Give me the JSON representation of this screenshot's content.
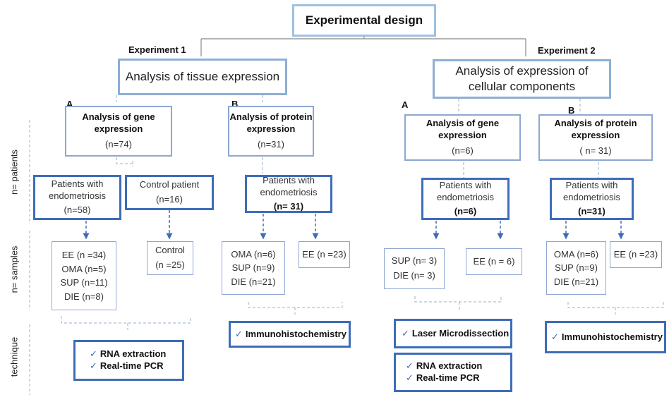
{
  "title": "Experimental design",
  "experiments": [
    {
      "label": "Experiment 1",
      "heading": "Analysis of tissue expression",
      "analyses": [
        {
          "letter": "A",
          "title": "Analysis of gene expression",
          "n": "(n=74)",
          "groups": [
            {
              "name": "Patients with endometriosis",
              "n": "(n=58)"
            },
            {
              "name": "Control patient",
              "n": "(n=16)"
            }
          ],
          "samples": [
            [
              "EE (n =34)",
              "OMA (n=5)",
              "SUP (n=11)",
              "DIE (n=8)"
            ],
            [
              "Control",
              "(n =25)"
            ]
          ],
          "techniques": [
            [
              "RNA extraction",
              "Real-time PCR"
            ]
          ]
        },
        {
          "letter": "B",
          "title": "Analysis of protein expression",
          "n": "(n=31)",
          "groups": [
            {
              "name": "Patients with endometriosis",
              "n": "(n= 31)"
            }
          ],
          "samples": [
            [
              "OMA (n=6)",
              "SUP (n=9)",
              "DIE (n=21)"
            ],
            [
              "EE (n =23)"
            ]
          ],
          "techniques": [
            [
              "Immunohistochemistry"
            ]
          ]
        }
      ]
    },
    {
      "label": "Experiment 2",
      "heading": [
        "Analysis of expression of",
        "cellular components"
      ],
      "analyses": [
        {
          "letter": "A",
          "title": "Analysis of gene expression",
          "n": "(n=6)",
          "groups": [
            {
              "name": "Patients with endometriosis",
              "n": "(n=6)"
            }
          ],
          "samples": [
            [
              "SUP (n= 3)",
              "DIE (n= 3)"
            ],
            [
              "EE (n = 6)"
            ]
          ],
          "techniques": [
            [
              "Laser Microdissection"
            ],
            [
              "RNA extraction",
              "Real-time PCR"
            ]
          ]
        },
        {
          "letter": "B",
          "title": "Analysis of protein expression",
          "n": "( n= 31)",
          "groups": [
            {
              "name": "Patients with endometriosis",
              "n": "(n=31)"
            }
          ],
          "samples": [
            [
              "OMA (n=6)",
              "SUP (n=9)",
              "DIE (n=21)"
            ],
            [
              "EE (n =23)"
            ]
          ],
          "techniques": [
            [
              "Immunohistochemistry"
            ]
          ]
        }
      ]
    }
  ],
  "row_labels": [
    "n= patients",
    "n= samples",
    "technique"
  ],
  "colors": {
    "light_border": "#8ea7d2",
    "dark_border": "#3d6db8",
    "title_border": "#9fc0e0",
    "tick": "#3d6db8"
  },
  "icons": {
    "check": "check-icon"
  }
}
